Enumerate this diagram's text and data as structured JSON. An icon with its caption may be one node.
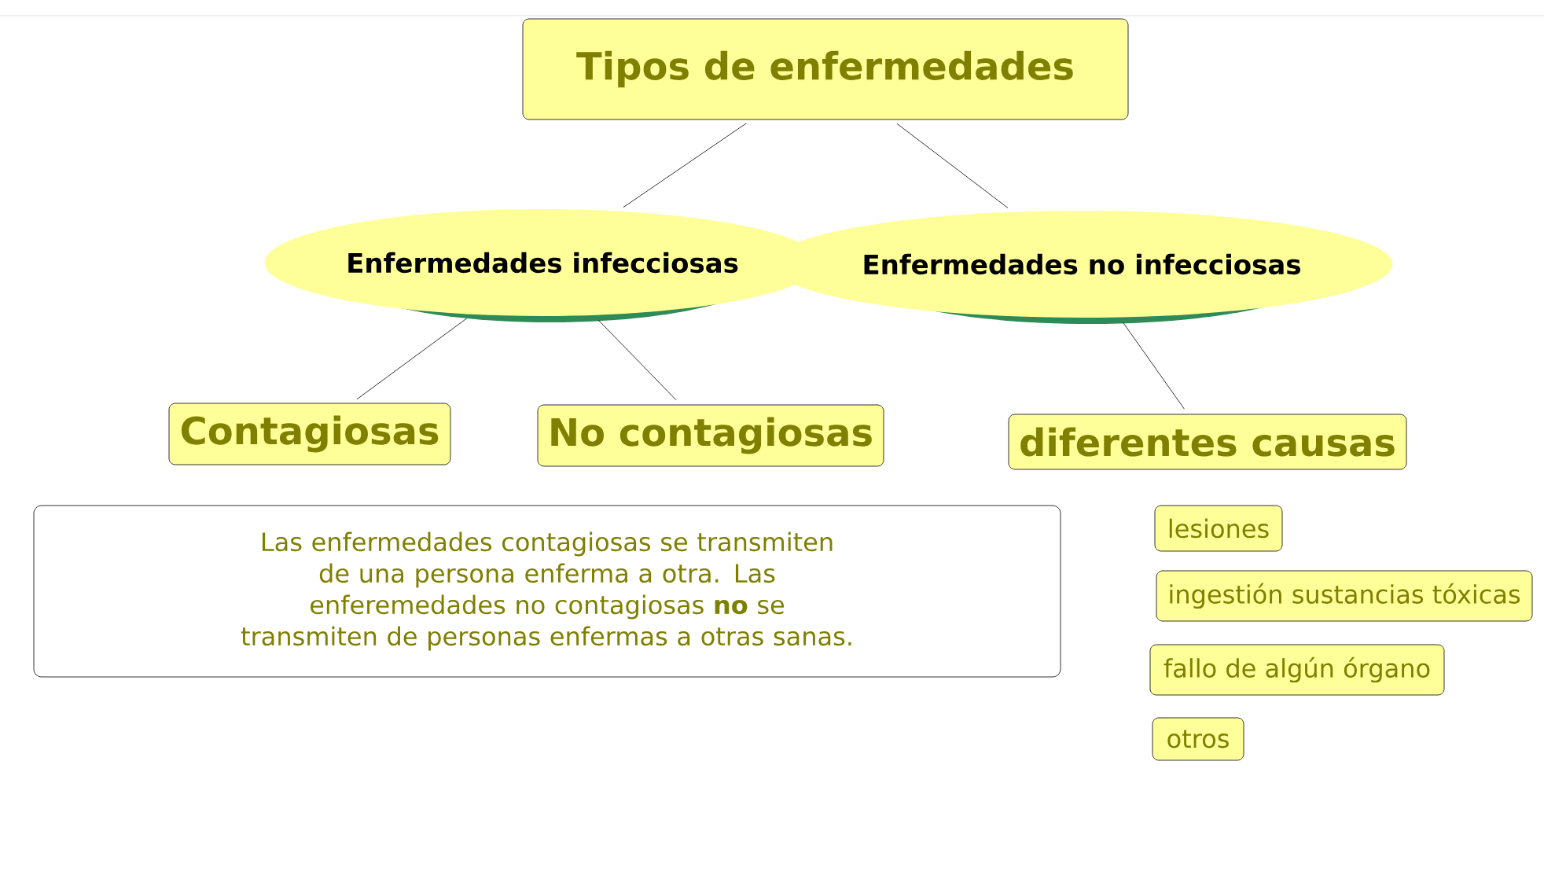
{
  "diagram": {
    "nodes": [
      {
        "text": [
          "Tipos de enfermedades"
        ]
      },
      {
        "text": [
          "Enfermedades  infecciosas"
        ]
      },
      {
        "text": [
          "Enfermedades no infecciosas"
        ]
      },
      {
        "text": [
          "Contagiosas"
        ]
      },
      {
        "text": [
          "No contagiosas"
        ]
      },
      {
        "text": [
          "diferentes causas"
        ]
      },
      {
        "text": [
          "Las enfermedades contagiosas se transmiten de una persona enferma a otra. Las enferemedades no contagiosas **no** se transmiten de personas enfermas a otras sanas."
        ]
      },
      {
        "text": [
          "lesiones"
        ]
      },
      {
        "text": [
          "ingestión sustancias tóxicas"
        ]
      },
      {
        "text": [
          "fallo de algún órgano"
        ]
      },
      {
        "text": [
          "otros"
        ]
      }
    ],
    "edges": [
      {
        "from": 0,
        "to": 1,
        "arrow": "none"
      },
      {
        "from": 0,
        "to": 2,
        "arrow": "none"
      },
      {
        "from": 1,
        "to": 3,
        "arrow": "none"
      },
      {
        "from": 1,
        "to": 4,
        "arrow": "none"
      },
      {
        "from": 2,
        "to": 5,
        "arrow": "none"
      }
    ]
  }
}
